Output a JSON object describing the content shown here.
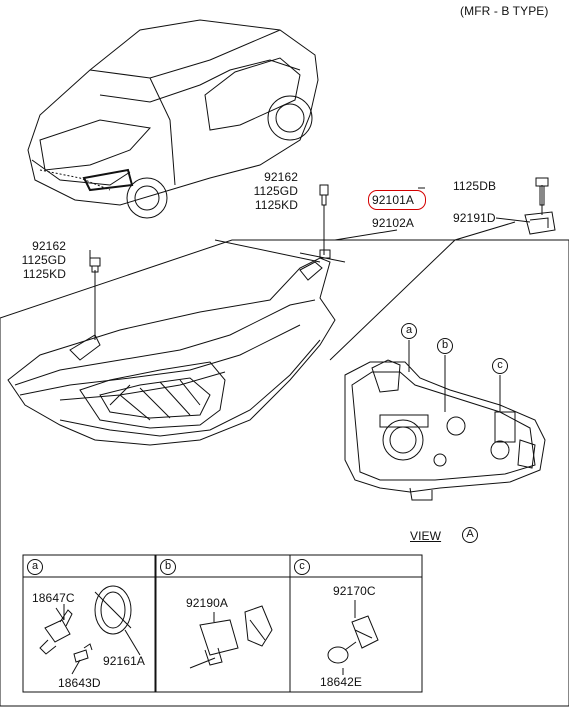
{
  "header": {
    "type_label": "(MFR - B TYPE)"
  },
  "callouts": {
    "top_center": [
      "92162",
      "1125GD",
      "1125KD"
    ],
    "left": [
      "92162",
      "1125GD",
      "1125KD"
    ],
    "main_part_highlighted": "92101A",
    "main_part_alt": "92102A",
    "right_bolt": "1125DB",
    "right_bracket": "92191D"
  },
  "view": {
    "label": "VIEW",
    "marker": "A"
  },
  "view_markers": [
    "a",
    "b",
    "c"
  ],
  "detail_boxes": [
    {
      "key": "a",
      "parts": [
        "18647C",
        "92161A",
        "18643D"
      ]
    },
    {
      "key": "b",
      "parts": [
        "92190A"
      ]
    },
    {
      "key": "c",
      "parts": [
        "92170C",
        "18642E"
      ]
    }
  ],
  "colors": {
    "highlight": "#d40000",
    "line": "#111111"
  }
}
